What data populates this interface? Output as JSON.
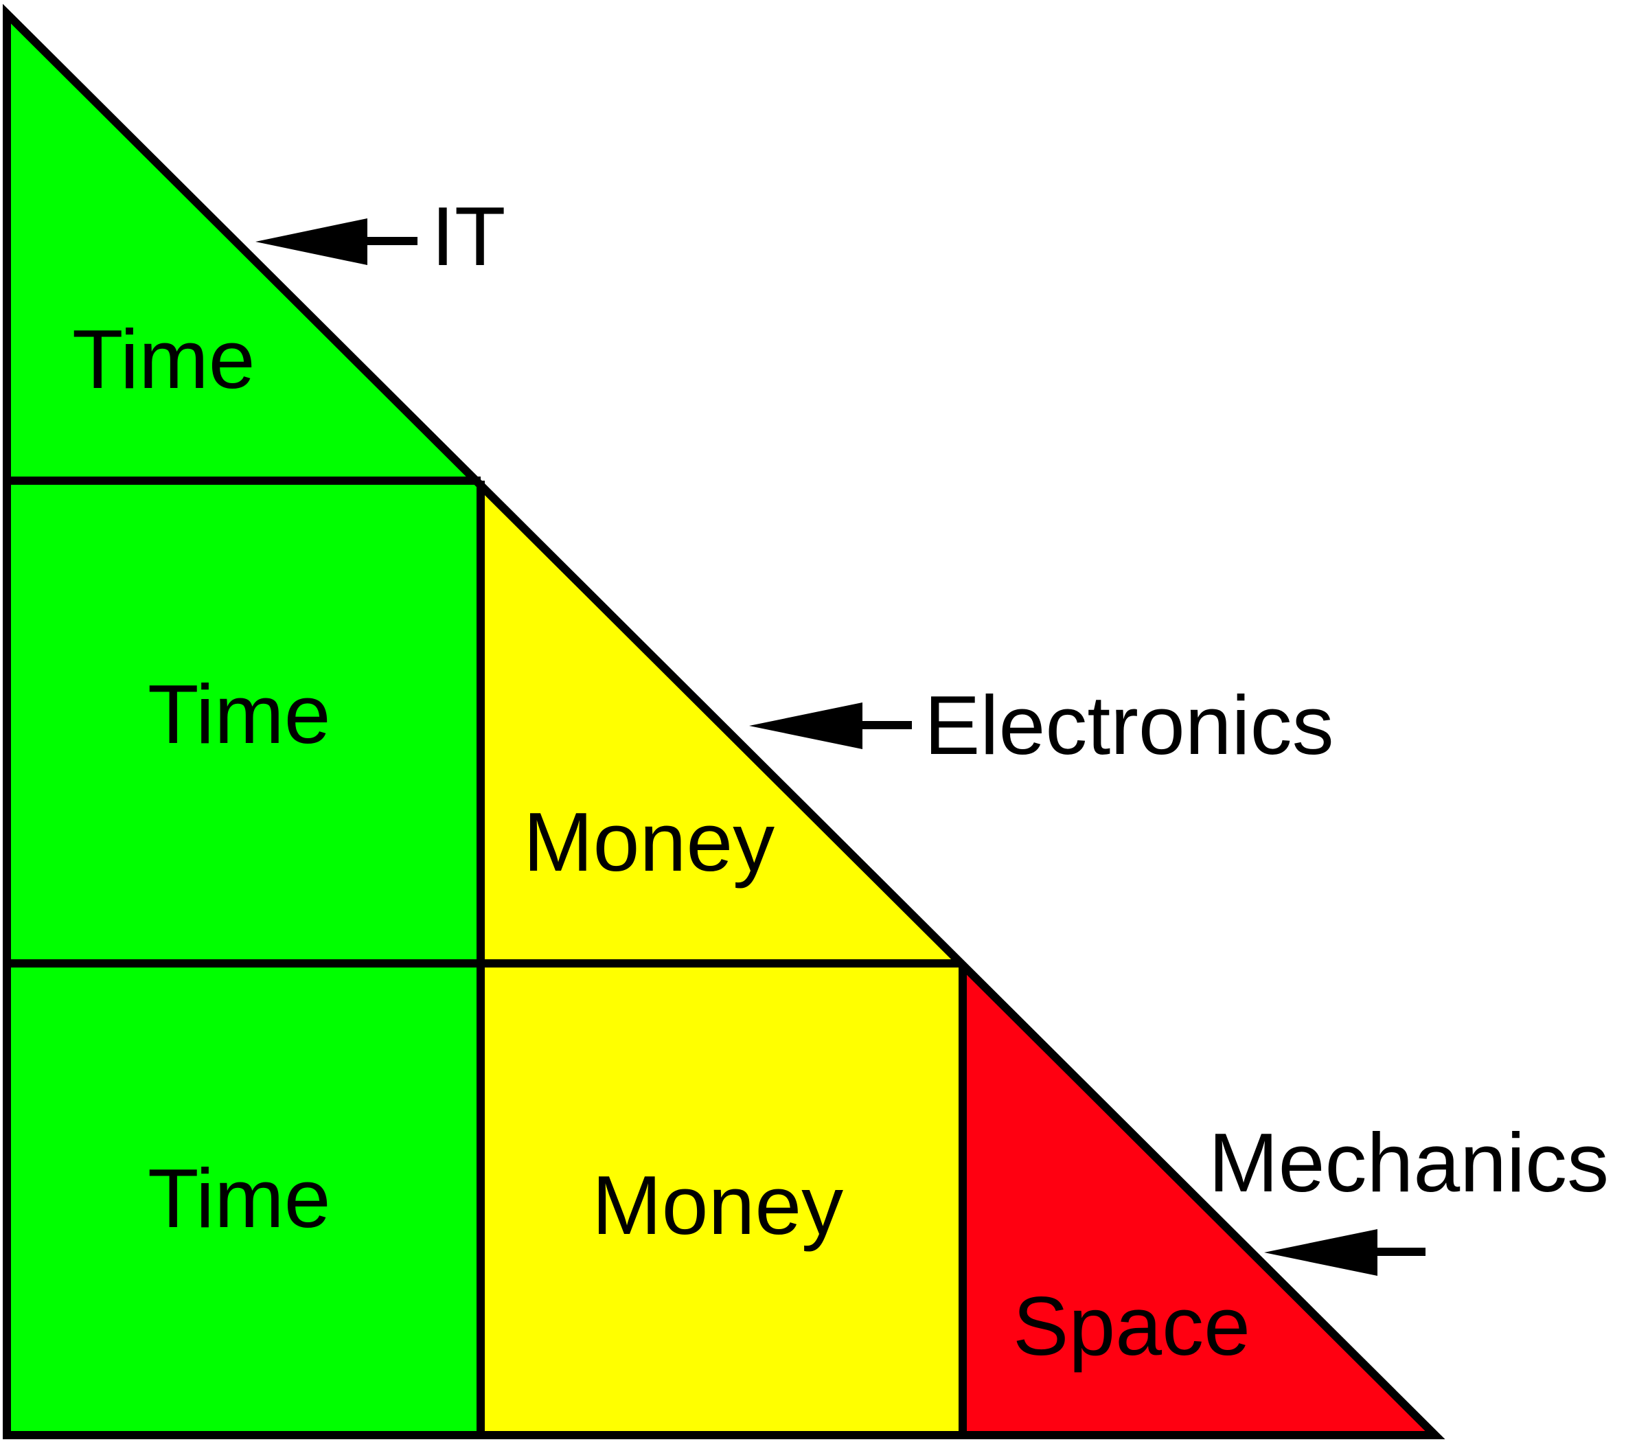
{
  "colors": {
    "green": "#00ff00",
    "yellow": "#ffff00",
    "red": "#ff0011",
    "outline": "#000000",
    "background": "#ffffff"
  },
  "cells": {
    "top_triangle": "Time",
    "middle_left": "Time",
    "middle_triangle": "Money",
    "bottom_left": "Time",
    "bottom_middle": "Money",
    "bottom_triangle": "Space"
  },
  "layers": {
    "it": "IT",
    "electronics": "Electronics",
    "mechanics": "Mechanics"
  }
}
